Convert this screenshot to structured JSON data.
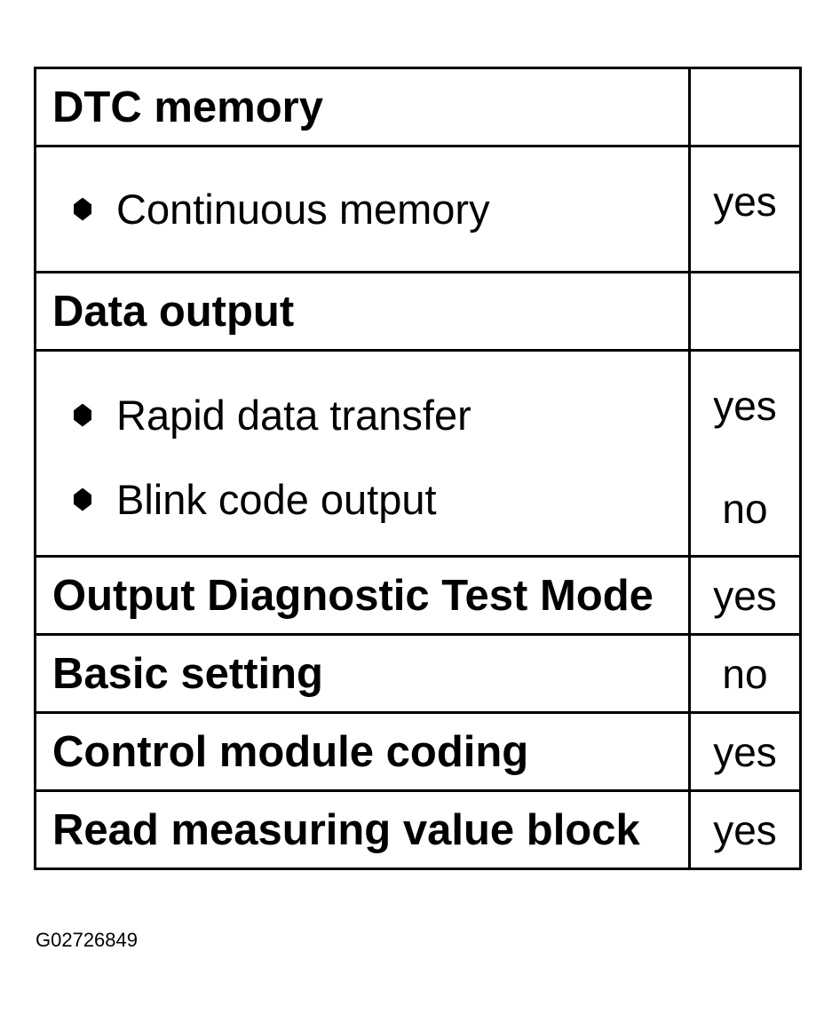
{
  "rows": {
    "dtc_memory": {
      "label": "DTC memory",
      "value": ""
    },
    "continuous_memory": {
      "label": "Continuous memory",
      "value": "yes"
    },
    "data_output": {
      "label": "Data output",
      "value": ""
    },
    "rapid_data_transfer": {
      "label": "Rapid data transfer",
      "value": "yes"
    },
    "blink_code_output": {
      "label": "Blink code output",
      "value": "no"
    },
    "output_diagnostic_test_mode": {
      "label": "Output Diagnostic Test Mode",
      "value": "yes"
    },
    "basic_setting": {
      "label": "Basic setting",
      "value": "no"
    },
    "control_module_coding": {
      "label": "Control module coding",
      "value": "yes"
    },
    "read_measuring_value_block": {
      "label": "Read measuring value block",
      "value": "yes"
    }
  },
  "figure_code": "G02726849",
  "icons": {
    "bullet": "diamond-bullet-icon"
  }
}
